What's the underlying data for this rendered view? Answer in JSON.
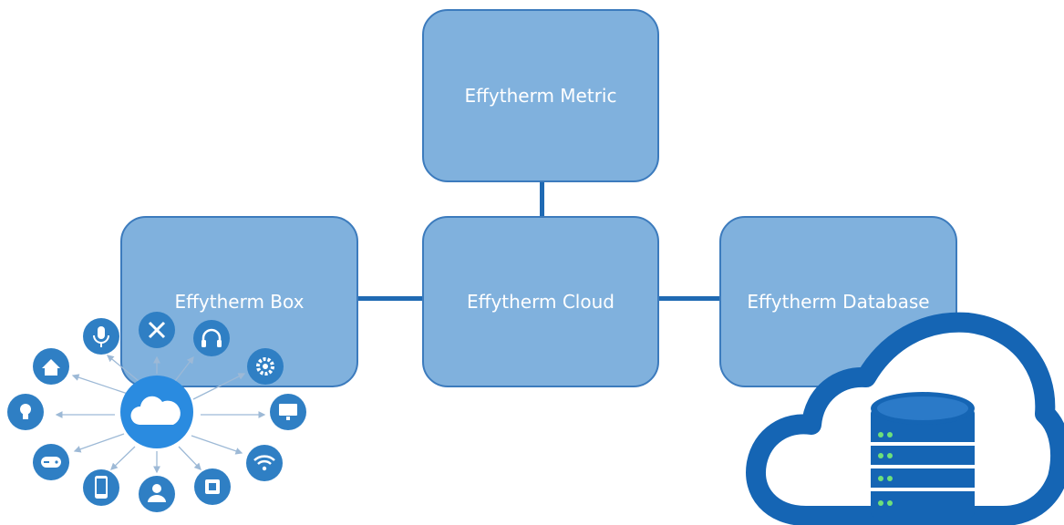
{
  "diagram": {
    "nodes": {
      "metric": "Effytherm Metric",
      "box": "Effytherm Box",
      "cloud": "Effytherm Cloud",
      "database": "Effytherm Database"
    }
  },
  "colors": {
    "node_fill": "#6aa6d9",
    "node_border": "#3c7bbd",
    "connector": "#1f6ab3",
    "icon_blue": "#2f7fc4",
    "cloud_hub": "#2a8be0",
    "database_cloud": "#1565b4",
    "database_lights": "#6ee07a"
  },
  "iot_hub": {
    "center_icon": "cloud-icon",
    "satellites": [
      "home-icon",
      "microphone-icon",
      "tools-icon",
      "headphones-icon",
      "gear-icon",
      "monitor-icon",
      "wifi-icon",
      "chip-icon",
      "user-icon",
      "smartphone-icon",
      "gamepad-icon",
      "lightbulb-icon"
    ]
  },
  "database_illustration": {
    "icon": "cloud-database-icon"
  }
}
